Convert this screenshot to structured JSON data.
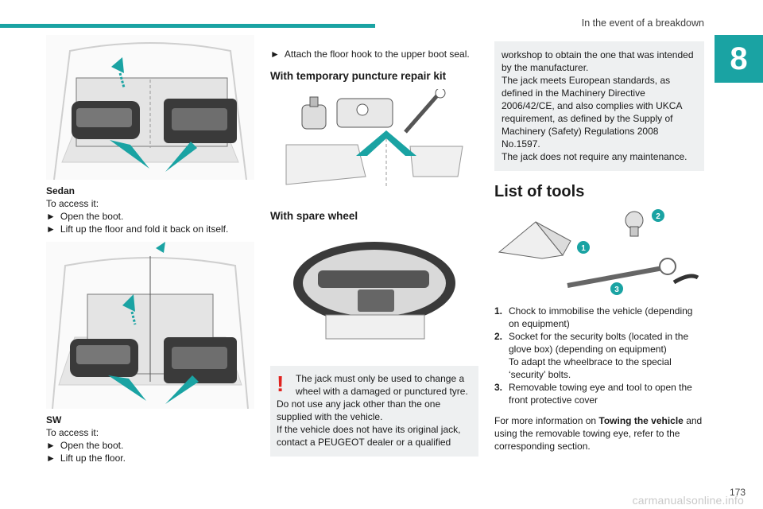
{
  "header": {
    "title": "In the event of a breakdown",
    "chapter": "8"
  },
  "page_number": "173",
  "watermark": "carmanualsonline.info",
  "col1": {
    "sedan": {
      "title": "Sedan",
      "intro": "To access it:",
      "steps": [
        "Open the boot.",
        "Lift up the floor and fold it back on itself."
      ]
    },
    "sw": {
      "title": "SW",
      "intro": "To access it:",
      "steps": [
        "Open the boot.",
        "Lift up the floor."
      ]
    }
  },
  "col2": {
    "hook_step": "Attach the floor hook to the upper boot seal.",
    "repair_kit_heading": "With temporary puncture repair kit",
    "spare_wheel_heading": "With spare wheel",
    "warning": {
      "lead": "The jack must only be used to change a wheel with a damaged or punctured tyre.",
      "line2": "Do not use any jack other than the one supplied with the vehicle.",
      "line3": "If the vehicle does not have its original jack, contact a PEUGEOT dealer or a qualified"
    }
  },
  "col3": {
    "info": {
      "line1": "workshop to obtain the one that was intended by the manufacturer.",
      "line2": "The jack meets European standards, as defined in the Machinery Directive 2006/42/CE, and also complies with UKCA requirement, as defined by the Supply of Machinery (Safety) Regulations 2008 No.1597.",
      "line3": "The jack does not require any maintenance."
    },
    "tools_heading": "List of tools",
    "tools": [
      {
        "num": "1.",
        "text": "Chock to immobilise the vehicle (depending on equipment)"
      },
      {
        "num": "2.",
        "text": "Socket for the security bolts (located in the glove box) (depending on equipment)"
      },
      {
        "num": "",
        "text": "To adapt the wheelbrace to the special ‘security’ bolts."
      },
      {
        "num": "3.",
        "text": "Removable towing eye and tool to open the front protective cover"
      }
    ],
    "more_info_pre": "For more information on ",
    "more_info_bold": "Towing the vehicle",
    "more_info_post": " and using the removable towing eye, refer to the corresponding section.",
    "callouts": [
      "1",
      "2",
      "3"
    ]
  },
  "arrow_glyph": "►",
  "colors": {
    "accent": "#1aa3a3",
    "warning": "#e0231f",
    "box": "#eef0f1"
  }
}
